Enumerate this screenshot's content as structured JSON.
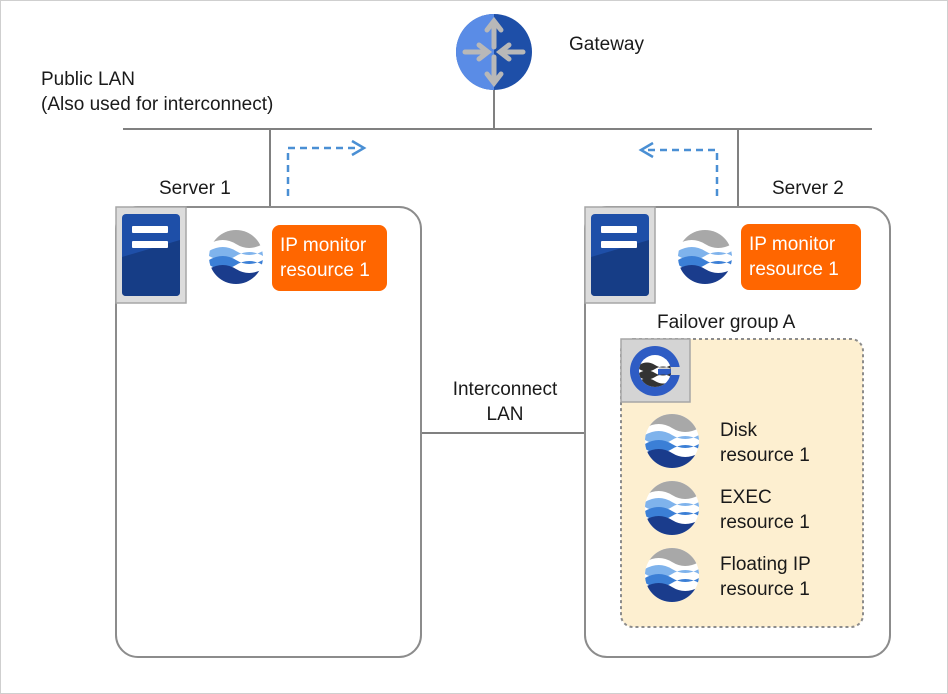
{
  "gateway": {
    "label": "Gateway",
    "icon": "router-icon"
  },
  "public_lan": {
    "line1": "Public  LAN",
    "line2": "(Also used for interconnect)"
  },
  "interconnect": {
    "line1": "Interconnect",
    "line2": "LAN"
  },
  "server1": {
    "label": "Server 1",
    "monitor": {
      "line1": "IP monitor",
      "line2": "resource 1"
    }
  },
  "server2": {
    "label": "Server 2",
    "monitor": {
      "line1": "IP monitor",
      "line2": "resource 1"
    },
    "group": {
      "label": "Failover group A",
      "resources": [
        {
          "line1": "Disk",
          "line2": "resource 1"
        },
        {
          "line1": "EXEC",
          "line2": "resource 1"
        },
        {
          "line1": "Floating IP",
          "line2": "resource 1"
        }
      ]
    }
  },
  "colors": {
    "orange": "#ff6600",
    "server_blue": "#1e4fa8",
    "group_fill": "#fdefd0",
    "line": "#808080",
    "arrow": "#4a8fd4"
  }
}
